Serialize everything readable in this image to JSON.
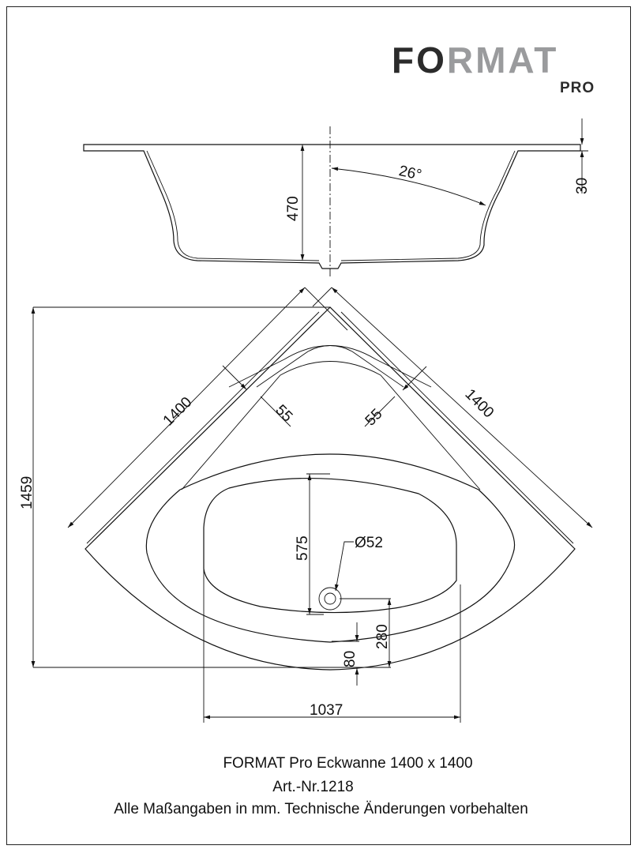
{
  "logo": {
    "brand": "FORMAT",
    "brand_dark_part": "FO",
    "brand_light_part": "RMAT",
    "sub": "PRO",
    "dark_color": "#2b2b2b",
    "light_color": "#9a9b9d"
  },
  "side_view": {
    "depth": "470",
    "rim_height": "30",
    "angle": "26°"
  },
  "plan_view": {
    "side_left": "1400",
    "side_right": "1400",
    "rim_left": "55",
    "rim_right": "55",
    "total_depth": "1459",
    "basin_length": "575",
    "drain": "Ø52",
    "drain_offset": "280",
    "front_rim": "80",
    "width": "1037"
  },
  "caption": {
    "title": "FORMAT Pro Eckwanne 1400 x 1400",
    "article": "Art.-Nr.1218",
    "note": "Alle Maßangaben in mm. Technische Änderungen vorbehalten"
  }
}
